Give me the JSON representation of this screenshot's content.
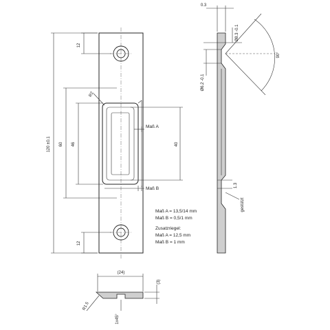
{
  "drawing": {
    "front": {
      "dim_12_top": "12",
      "dim_60": "60",
      "dim_46": "46",
      "dim_40": "40",
      "dim_120": "120 ±0.1",
      "dim_r2": "R2",
      "dim_12_bottom": "12",
      "label_mass_a": "Maß A",
      "label_mass_b": "Maß B"
    },
    "notes": {
      "line1": "Maß A = 13,5/14 mm",
      "line2": "Maß B = 0,5/1 mm",
      "line3": "Zusatzriegel:",
      "line4": "Maß A = 12,5 mm",
      "line5": "Maß B = 1 mm"
    },
    "side": {
      "dim_03": "0.3",
      "dim_d83": "Ø8.3 -0.1",
      "dim_d62": "Ø6.2 -0.1",
      "dim_90": "90°",
      "dim_13": "1.3",
      "label_gestuetzt": "gestützt"
    },
    "bottom": {
      "dim_24": "(24)",
      "dim_3": "(3)",
      "dim_r15": "R1.5",
      "dim_1x45": "1x45°"
    }
  }
}
